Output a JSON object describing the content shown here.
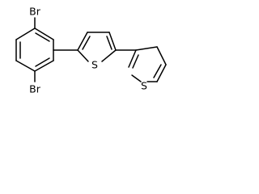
{
  "molecule": {
    "atoms": [
      {
        "id": "br1",
        "symbol": "Br"
      },
      {
        "id": "br2",
        "symbol": "Br"
      },
      {
        "id": "s1",
        "symbol": "S"
      },
      {
        "id": "s2",
        "symbol": "S"
      }
    ]
  }
}
